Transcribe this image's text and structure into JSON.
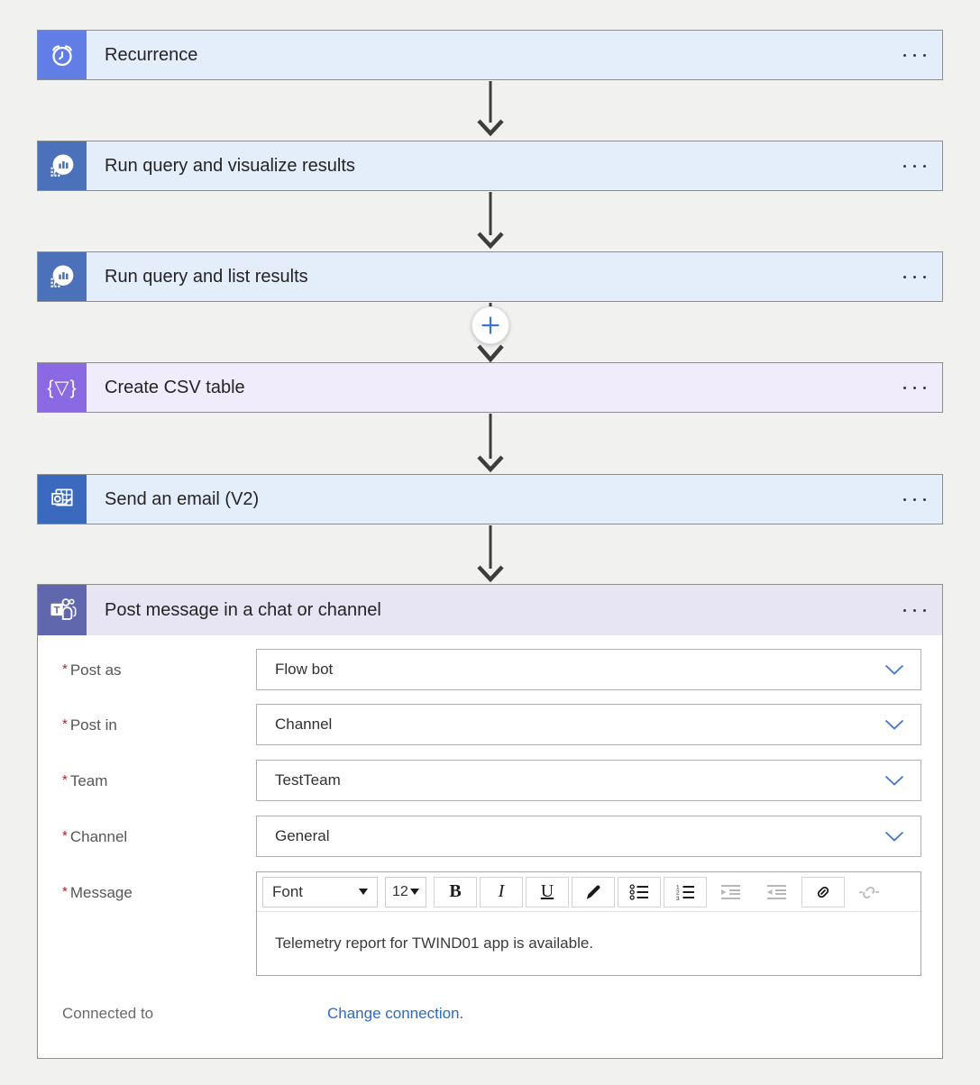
{
  "colors": {
    "page_bg": "#f1f1f0",
    "card_border": "#8d8d8d",
    "blue_step_bg": "#e4edfa",
    "recurrence_icon_bg": "#617de6",
    "kusto_icon_bg": "#4a71ba",
    "purple_step_bg": "#f0ecfb",
    "csv_icon_bg": "#8a69e2",
    "outlook_icon_bg": "#3b69be",
    "teams_header_bg": "#e7e5f4",
    "teams_icon_bg": "#6167ac",
    "arrow": "#3e3d3c",
    "dropdown_chevron": "#3e76c9",
    "link_blue": "#2b6bc4",
    "required_red": "#a4262c"
  },
  "steps": {
    "recurrence": {
      "label": "Recurrence"
    },
    "visualize": {
      "label": "Run query and visualize results"
    },
    "list": {
      "label": "Run query and list results"
    },
    "csv": {
      "label": "Create CSV table",
      "icon_text": "{▽}"
    },
    "email": {
      "label": "Send an email (V2)"
    },
    "teams": {
      "label": "Post message in a chat or channel"
    }
  },
  "form": {
    "required_marker": "*",
    "post_as": {
      "label": "Post as",
      "value": "Flow bot"
    },
    "post_in": {
      "label": "Post in",
      "value": "Channel"
    },
    "team": {
      "label": "Team",
      "value": "TestTeam"
    },
    "channel": {
      "label": "Channel",
      "value": "General"
    },
    "message": {
      "label": "Message",
      "value": "Telemetry report for TWIND01 app is available."
    },
    "toolbar": {
      "font_label": "Font",
      "size_value": "12",
      "bold": "B",
      "italic": "I",
      "underline": "U"
    },
    "connected_to": "Connected to",
    "change_connection": "Change connection."
  }
}
